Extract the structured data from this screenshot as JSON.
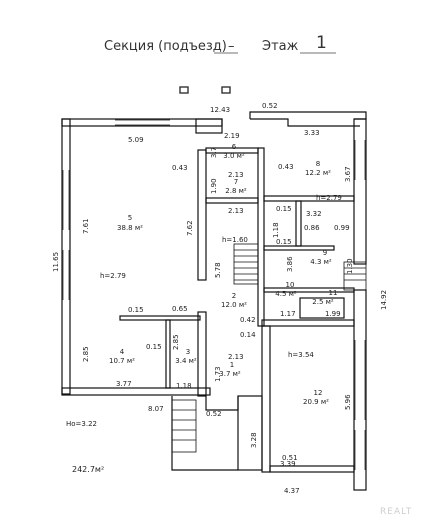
{
  "header": {
    "section_label": "Секция (подъезд)",
    "section_value": "–",
    "floor_label": "Этаж",
    "floor_value": "1"
  },
  "rooms": [
    {
      "number": "1",
      "area": "3.7 м²"
    },
    {
      "number": "2",
      "area": "12.0 м²"
    },
    {
      "number": "3",
      "area": "3.4 м²"
    },
    {
      "number": "4",
      "area": "10.7 м²"
    },
    {
      "number": "5",
      "area": "38.8 м²"
    },
    {
      "number": "6",
      "area": "3.0 м²"
    },
    {
      "number": "7",
      "area": "2.8 м²"
    },
    {
      "number": "8",
      "area": "12.2 м²"
    },
    {
      "number": "9",
      "area": "4.3 м²"
    },
    {
      "number": "10",
      "area": "4.5 м²"
    },
    {
      "number": "11",
      "area": "2.5 м²"
    },
    {
      "number": "12",
      "area": "20.9 м²"
    }
  ],
  "heights": {
    "main": "h=2.79",
    "room8": "h=2.79",
    "stair": "h=1.60",
    "room12": "h=3.54"
  },
  "dimensions": {
    "top_12_43": "12.43",
    "top_0_52": "0.52",
    "d_5_09": "5.09",
    "d_2_19": "2.19",
    "d_3_33": "3.33",
    "d_3_7": "3.7",
    "d_0_43a": "0.43",
    "d_0_43b": "0.43",
    "d_3_67": "3.67",
    "d_2_13a": "2.13",
    "d_1_90": "1.90",
    "d_2_13b": "2.13",
    "d_0_15a": "0.15",
    "d_3_32": "3.32",
    "d_7_61": "7.61",
    "d_7_62": "7.62",
    "d_1_18a": "1.18",
    "d_0_86": "0.86",
    "d_0_99": "0.99",
    "d_0_15b": "0.15",
    "d_11_65": "11.65",
    "d_5_78": "5.78",
    "d_3_86": "3.86",
    "d_1_30": "1.30",
    "d_14_92": "14.92",
    "d_0_15c": "0.15",
    "d_0_65": "0.65",
    "d_0_42": "0.42",
    "d_1_17": "1.17",
    "d_1_99": "1.99",
    "d_0_15d": "0.15",
    "d_2_85a": "2.85",
    "d_2_85b": "2.85",
    "d_0_14": "0.14",
    "d_2_13c": "2.13",
    "d_1_73": "1.73",
    "d_5_96": "5.96",
    "d_3_77": "3.77",
    "d_1_18b": "1.18",
    "d_8_07": "8.07",
    "d_0_52b": "0.52",
    "d_3_28": "3.28",
    "d_0_51": "0.51",
    "d_3_39": "3.39",
    "d_4_37": "4.37"
  },
  "footer": {
    "ho": "Hо=3.22",
    "total": "242.7м²",
    "watermark": "REALT"
  }
}
